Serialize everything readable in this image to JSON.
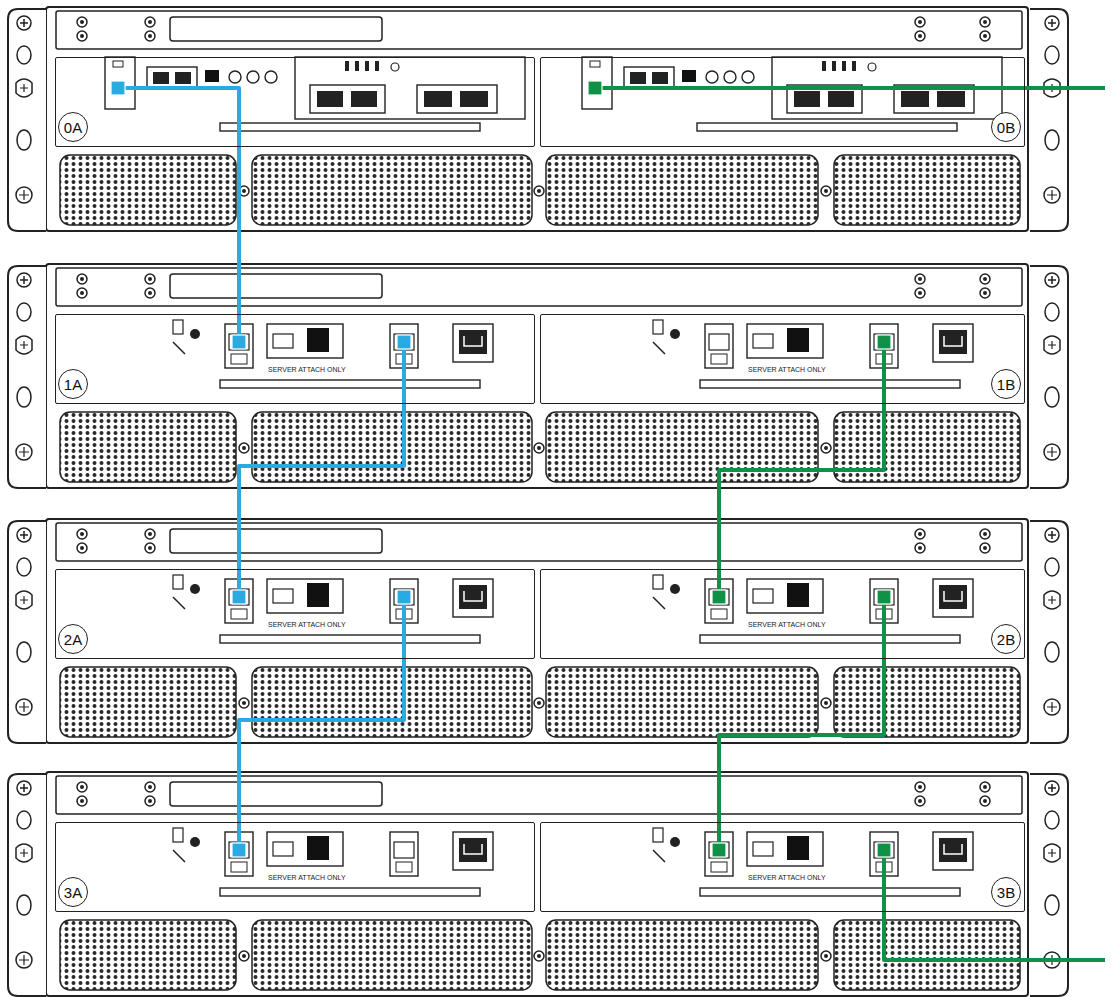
{
  "diagram": {
    "nodes": [
      {
        "text": [
          "0A"
        ]
      },
      {
        "text": [
          "0B"
        ]
      },
      {
        "text": [
          "1A"
        ]
      },
      {
        "text": [
          "1B"
        ]
      },
      {
        "text": [
          "2A"
        ]
      },
      {
        "text": [
          "2B"
        ]
      },
      {
        "text": [
          "3A"
        ]
      },
      {
        "text": [
          "3B"
        ]
      }
    ],
    "edges": [
      {
        "from": 0,
        "to": 2,
        "arrow": "none"
      },
      {
        "from": 2,
        "to": 4,
        "arrow": "none"
      },
      {
        "from": 4,
        "to": 6,
        "arrow": "none"
      },
      {
        "from": 3,
        "to": 5,
        "arrow": "none"
      },
      {
        "from": 5,
        "to": 7,
        "arrow": "none"
      }
    ],
    "labels": [
      "SERVER ATTACH ONLY",
      "SERVER ATTACH ONLY",
      "SERVER ATTACH ONLY",
      "SERVER ATTACH ONLY",
      "SERVER ATTACH ONLY",
      "SERVER ATTACH ONLY"
    ]
  }
}
